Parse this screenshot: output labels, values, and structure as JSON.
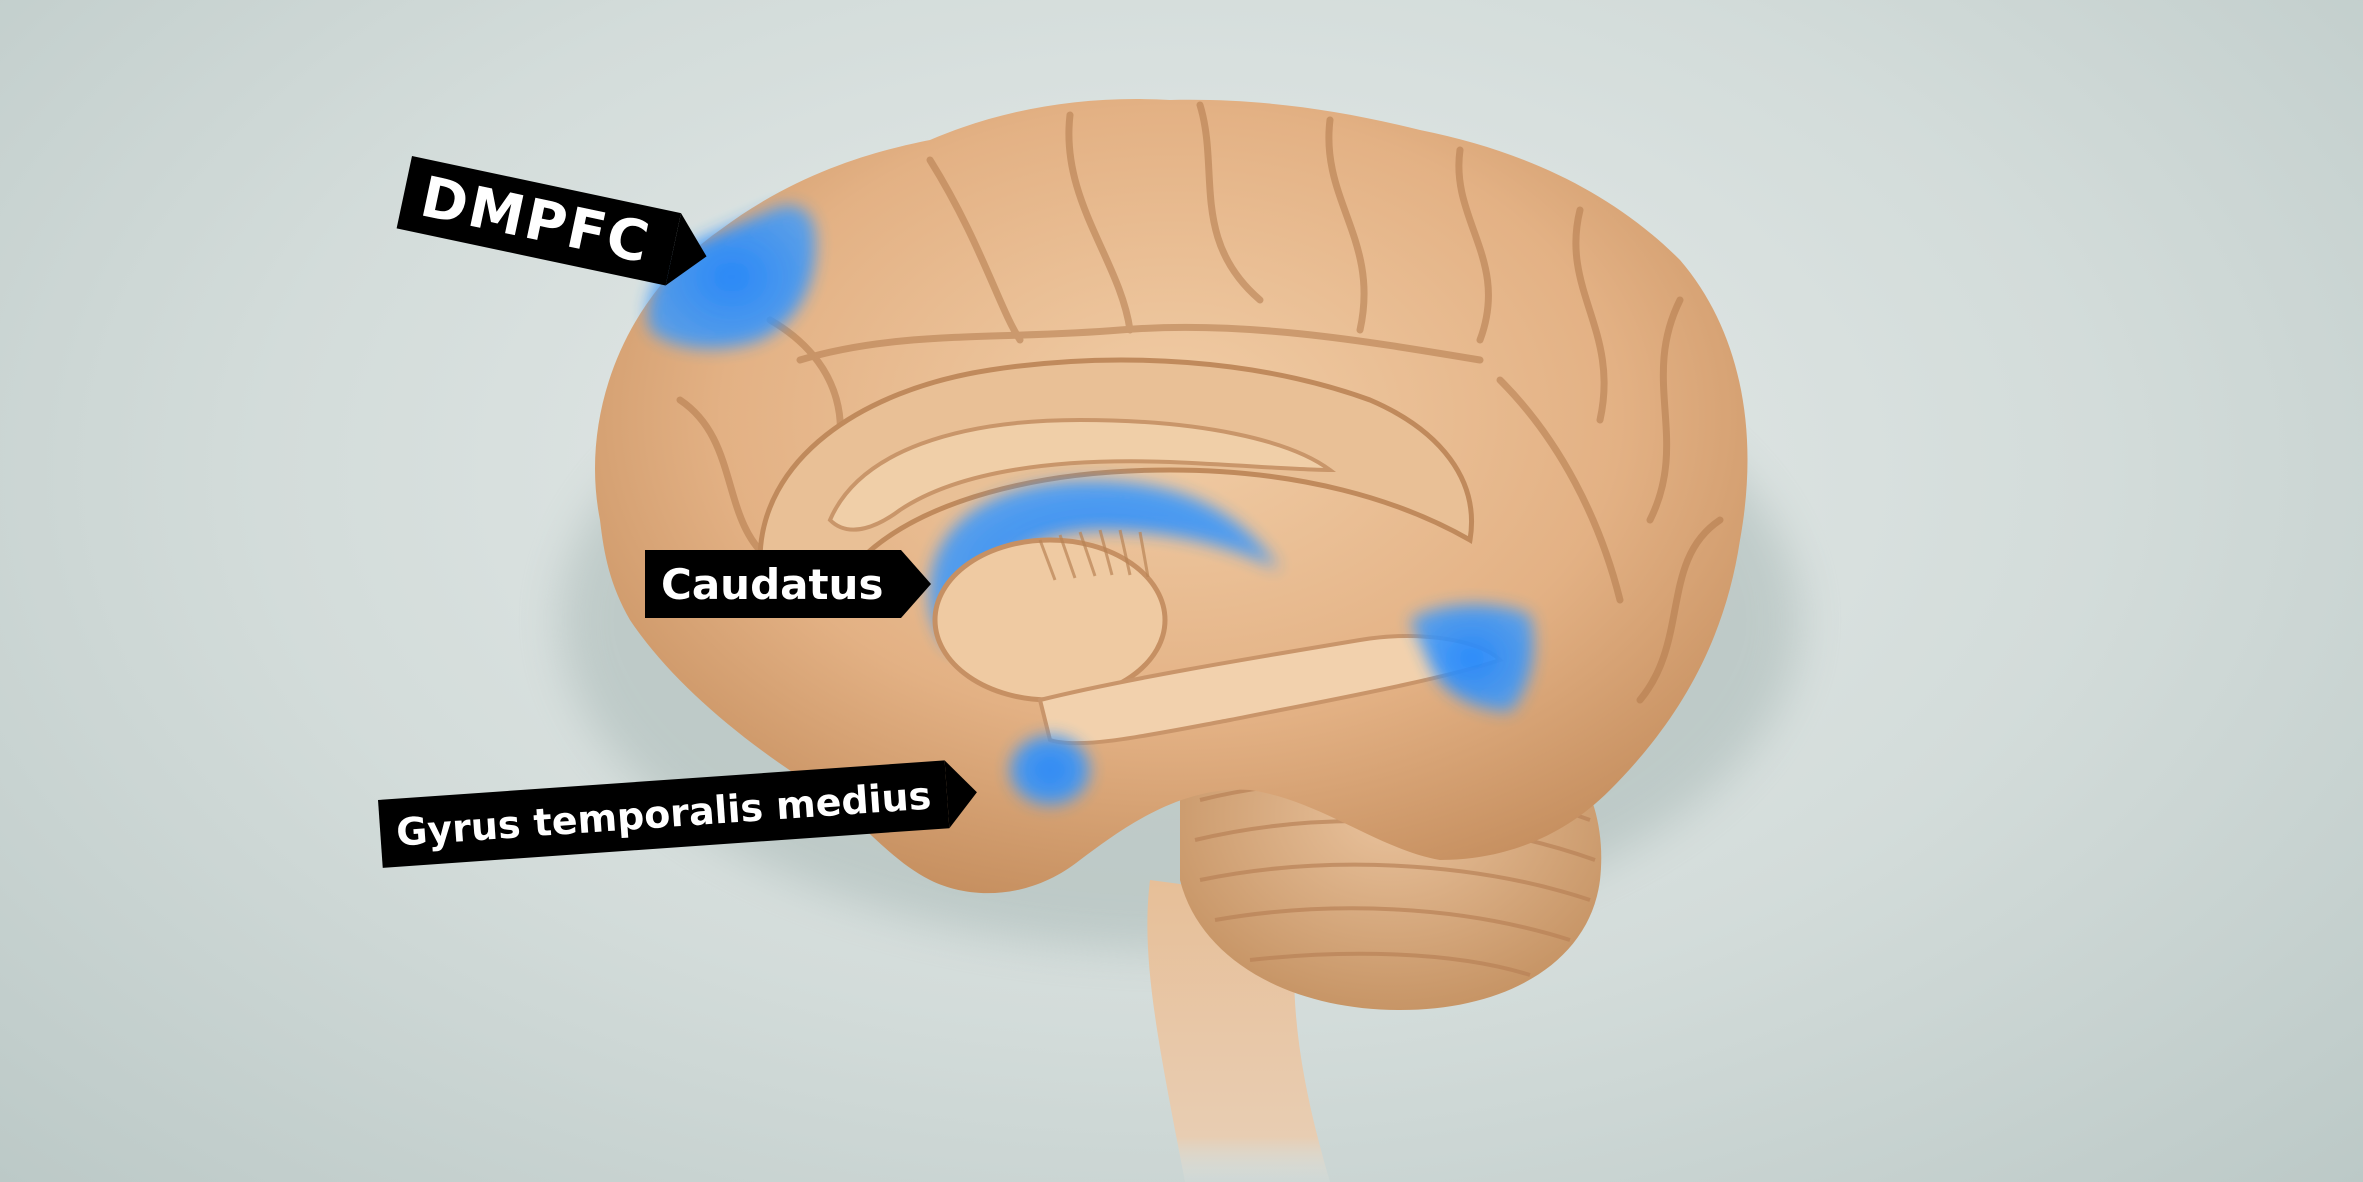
{
  "labels": {
    "dmpfc": "DMPFC",
    "caudatus": "Caudatus",
    "gyrus": "Gyrus temporalis medius"
  },
  "colors": {
    "background": "#d3dcda",
    "brain": "#e8b98c",
    "brain_shadow": "#c9935f",
    "highlight": "#1e7ff5",
    "label_bg": "#000000",
    "label_text": "#ffffff"
  }
}
